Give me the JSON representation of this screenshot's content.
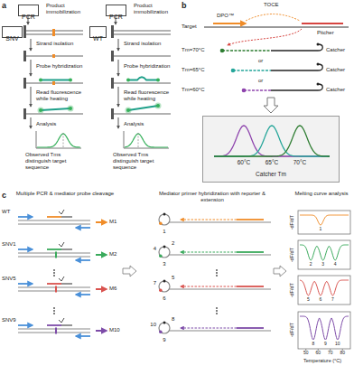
{
  "diagram": {
    "nodes": [
      {
        "text": [
          "PCR"
        ]
      },
      {
        "text": [
          "SNV"
        ]
      },
      {
        "text": [
          "PCR"
        ]
      },
      {
        "text": [
          "WT"
        ]
      },
      {
        "text": [
          "60°C",
          "65°C",
          "70°C",
          "Catcher Tm"
        ]
      }
    ],
    "labels": [
      "a",
      "Product immobilization",
      "Strand isolation",
      "Probe hybridization",
      "Read fluorescence while heating",
      "Analysis",
      "Observed Tms distinguish target sequence",
      "Product immobilization",
      "Strand isolation",
      "Probe hybridization",
      "Read fluorescence while heating",
      "Analysis",
      "Observed Tms distinguish target sequence",
      "b",
      "Target",
      "DPO™",
      "TOCE",
      "Pitcher",
      "Tm=70°C",
      "Catcher",
      "or",
      "Tm=65°C",
      "Catcher",
      "or",
      "Tm=60°C",
      "Catcher",
      "c",
      "Multiple PCR & mediator probe cleavage",
      "Mediator primer hybridization with reporter & extension",
      "Melting curve analysis",
      "WT",
      "M1",
      "1",
      "SNV1",
      "M2",
      "4",
      "2",
      "3",
      "SNV5",
      "M6",
      "7",
      "5",
      "6",
      "SNV9",
      "M10",
      "10",
      "8",
      "9",
      "-dF/dT",
      "-dF/dT",
      "-dF/dT",
      "-dF/dT",
      "1",
      "2",
      "3",
      "4",
      "5",
      "6",
      "7",
      "8",
      "9",
      "10",
      "50",
      "60",
      "70",
      "80",
      "Temperature (°C)"
    ]
  }
}
